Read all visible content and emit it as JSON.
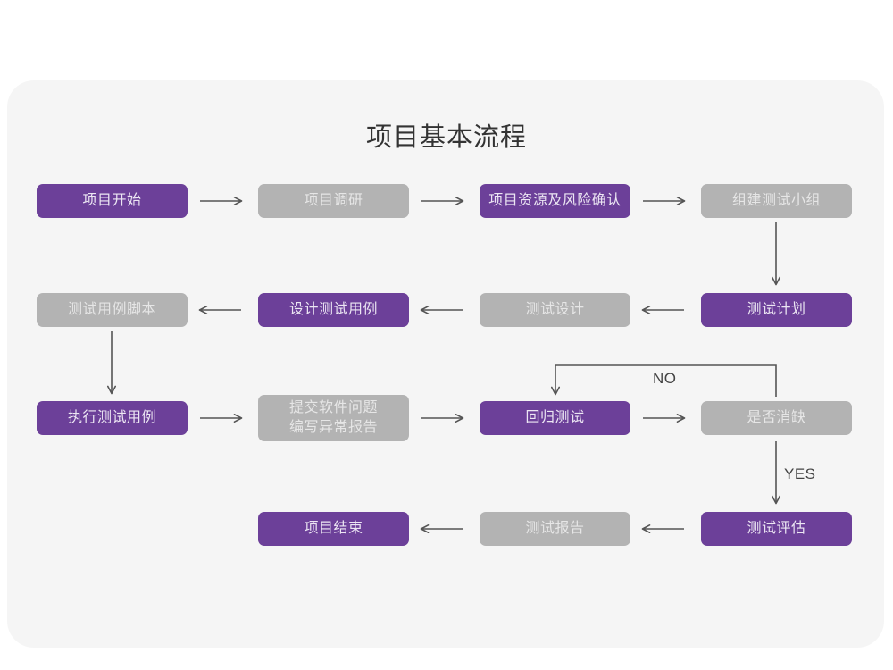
{
  "page": {
    "title": "项目基本流程",
    "background": "#ffffff",
    "card_background": "#f5f5f5"
  },
  "colors": {
    "purple": "#6c4099",
    "purple_text": "#ece6f3",
    "gray": "#b3b3b3",
    "gray_text": "#e6e6e6",
    "arrow": "#555555",
    "title_text": "#333333"
  },
  "chart_data": {
    "type": "diagram",
    "title": "项目基本流程",
    "nodes": [
      {
        "id": "n1",
        "label": "项目开始",
        "style": "purple",
        "row": 1,
        "col": 1
      },
      {
        "id": "n2",
        "label": "项目调研",
        "style": "gray",
        "row": 1,
        "col": 2
      },
      {
        "id": "n3",
        "label": "项目资源及风险确认",
        "style": "purple",
        "row": 1,
        "col": 3
      },
      {
        "id": "n4",
        "label": "组建测试小组",
        "style": "gray",
        "row": 1,
        "col": 4
      },
      {
        "id": "n5",
        "label": "测试用例脚本",
        "style": "gray",
        "row": 2,
        "col": 1
      },
      {
        "id": "n6",
        "label": "设计测试用例",
        "style": "purple",
        "row": 2,
        "col": 2
      },
      {
        "id": "n7",
        "label": "测试设计",
        "style": "gray",
        "row": 2,
        "col": 3
      },
      {
        "id": "n8",
        "label": "测试计划",
        "style": "purple",
        "row": 2,
        "col": 4
      },
      {
        "id": "n9",
        "label": "执行测试用例",
        "style": "purple",
        "row": 3,
        "col": 1
      },
      {
        "id": "n10",
        "label": "提交软件问题\n编写异常报告",
        "style": "gray",
        "row": 3,
        "col": 2
      },
      {
        "id": "n11",
        "label": "回归测试",
        "style": "purple",
        "row": 3,
        "col": 3
      },
      {
        "id": "n12",
        "label": "是否消缺",
        "style": "gray",
        "row": 3,
        "col": 4
      },
      {
        "id": "n13",
        "label": "项目结束",
        "style": "purple",
        "row": 4,
        "col": 2
      },
      {
        "id": "n14",
        "label": "测试报告",
        "style": "gray",
        "row": 4,
        "col": 3
      },
      {
        "id": "n15",
        "label": "测试评估",
        "style": "purple",
        "row": 4,
        "col": 4
      }
    ],
    "edges": [
      {
        "from": "n1",
        "to": "n2",
        "label": "",
        "direction": "right"
      },
      {
        "from": "n2",
        "to": "n3",
        "label": "",
        "direction": "right"
      },
      {
        "from": "n3",
        "to": "n4",
        "label": "",
        "direction": "right"
      },
      {
        "from": "n4",
        "to": "n8",
        "label": "",
        "direction": "down"
      },
      {
        "from": "n8",
        "to": "n7",
        "label": "",
        "direction": "left"
      },
      {
        "from": "n7",
        "to": "n6",
        "label": "",
        "direction": "left"
      },
      {
        "from": "n6",
        "to": "n5",
        "label": "",
        "direction": "left"
      },
      {
        "from": "n5",
        "to": "n9",
        "label": "",
        "direction": "down"
      },
      {
        "from": "n9",
        "to": "n10",
        "label": "",
        "direction": "right"
      },
      {
        "from": "n10",
        "to": "n11",
        "label": "",
        "direction": "right"
      },
      {
        "from": "n11",
        "to": "n12",
        "label": "",
        "direction": "right"
      },
      {
        "from": "n12",
        "to": "n11",
        "label": "NO",
        "direction": "loop-up-left-down"
      },
      {
        "from": "n12",
        "to": "n15",
        "label": "YES",
        "direction": "down"
      },
      {
        "from": "n15",
        "to": "n14",
        "label": "",
        "direction": "left"
      },
      {
        "from": "n14",
        "to": "n13",
        "label": "",
        "direction": "left"
      }
    ],
    "edge_labels": [
      "NO",
      "YES"
    ]
  }
}
